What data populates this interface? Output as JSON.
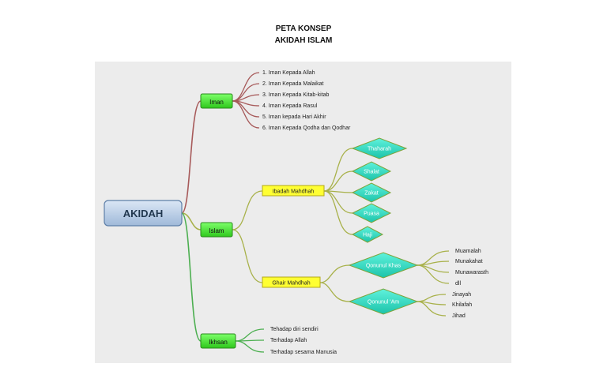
{
  "header": {
    "title_line1": "PETA KONSEP",
    "title_line2": "AKIDAH ISLAM"
  },
  "map": {
    "root": "AKIDAH",
    "iman": {
      "label": "Iman",
      "items": [
        "1. Iman Kepada Allah",
        "2. Iman Kepada Malaikat",
        "3. Iman Kepada Kitab-kitab",
        "4. Iman Kepada Rasul",
        "5. Iman kepada Hari Akhir",
        "6. Iman Kepada Qodha dan Qodhar"
      ]
    },
    "islam": {
      "label": "Islam",
      "ibadah_mahdhah": {
        "label": "Ibadah Mahdhah",
        "items": [
          "Thaharah",
          "Shalat",
          "Zakat",
          "Puasa",
          "Haji"
        ]
      },
      "ghair_mahdhah": {
        "label": "Ghair Mahdhah",
        "qonunul_khas": {
          "label": "Qonunul Khas",
          "items": [
            "Muamalah",
            "Munakahat",
            "Munawarasth",
            "dll"
          ]
        },
        "qonunul_am": {
          "label": "Qonunul 'Am",
          "items": [
            "Jinayah",
            "Khilafah",
            "Jihad"
          ]
        }
      }
    },
    "ikhsan": {
      "label": "Ikhsan",
      "items": [
        "Tehadap diri sendiri",
        "Terhadap Allah",
        "Terhadap sesama Manusia"
      ]
    }
  },
  "colors": {
    "iman_branch": "#a75a5a",
    "islam_branch": "#a8b14a",
    "ikhsan_branch": "#4caf50",
    "green_node": "#4ddb3a",
    "yellow_node": "#ffff33",
    "diamond": "#2fd6c0",
    "root_fill": "#b9cde5"
  }
}
